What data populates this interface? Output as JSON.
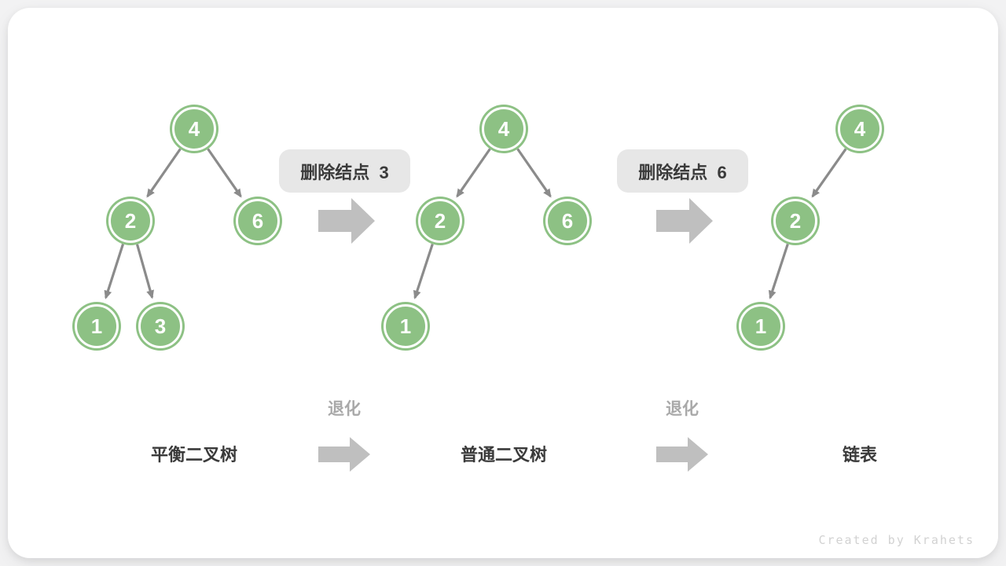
{
  "meta": {
    "watermark": "Created by Krahets"
  },
  "colors": {
    "page_bg": "#F2F2F3",
    "card_bg": "#FFFFFF",
    "node_green": "#8DC184",
    "node_text": "#FFFFFF",
    "edge_gray": "#8B8B8B",
    "block_arrow_gray": "#BFBFBF",
    "op_label_bg": "#E7E7E7",
    "text_dark": "#3A3A3A",
    "text_muted_gray": "#A9A9A9",
    "watermark_gray": "#D2D2D2"
  },
  "diagram": {
    "trees": [
      {
        "caption": "平衡二叉树",
        "nodes": [
          "4",
          "2",
          "6",
          "1",
          "3"
        ],
        "edges": [
          [
            "4",
            "2"
          ],
          [
            "4",
            "6"
          ],
          [
            "2",
            "1"
          ],
          [
            "2",
            "3"
          ]
        ]
      },
      {
        "caption": "普通二叉树",
        "nodes": [
          "4",
          "2",
          "6",
          "1"
        ],
        "edges": [
          [
            "4",
            "2"
          ],
          [
            "4",
            "6"
          ],
          [
            "2",
            "1"
          ]
        ]
      },
      {
        "caption": "链表",
        "nodes": [
          "4",
          "2",
          "1"
        ],
        "edges": [
          [
            "4",
            "2"
          ],
          [
            "2",
            "1"
          ]
        ]
      }
    ],
    "operations": [
      {
        "label": "删除结点  3"
      },
      {
        "label": "删除结点  6"
      }
    ],
    "degrade_label": "退化"
  }
}
